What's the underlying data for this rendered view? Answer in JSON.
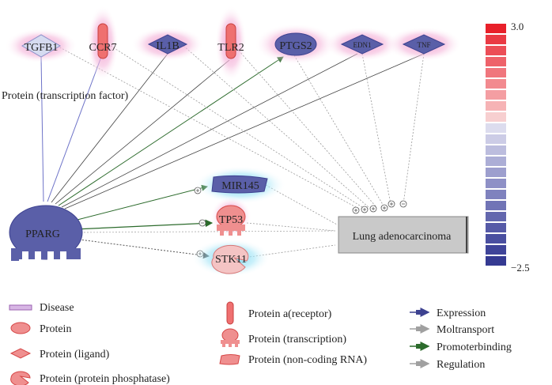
{
  "colors": {
    "hub": "#5a5fa8",
    "hub_dark": "#3d4290",
    "protein_red": "#ef8f8f",
    "protein_red_dark": "#d64747",
    "glow_pink": "#f3b8d8",
    "glow_blue": "#9fe3f5",
    "disease_fill": "#c9c9c9",
    "edge_blue": "#6e73c8",
    "edge_green": "#2c6b2c",
    "edge_grey": "#a0a0a0",
    "edge_dark": "#555555"
  },
  "nodes": {
    "tgfb1": "TGFB1",
    "ccr7": "CCR7",
    "il1b": "IL1B",
    "tlr2": "TLR2",
    "ptgs2": "PTGS2",
    "edn1": "EDN1",
    "tnf": "TNF",
    "pparg": "PPARG",
    "mir145": "MIR145",
    "tp53": "TP53",
    "stk11": "STK11",
    "disease": "Lung adenocarcinoma"
  },
  "annotation": "Protein (transcription factor)",
  "scale": {
    "max_label": "3.0",
    "min_label": "−2.5",
    "colors": [
      "#e8202a",
      "#ea3a44",
      "#ec4e57",
      "#ee626a",
      "#f0767d",
      "#f28a8f",
      "#f49ea2",
      "#f6b3b5",
      "#f7cfd0",
      "#dcdcee",
      "#cccce6",
      "#bcbdde",
      "#acaed6",
      "#9d9fce",
      "#8e90c6",
      "#7f82be",
      "#7174b6",
      "#6367ae",
      "#565aa7",
      "#4a4fa0",
      "#3f4499",
      "#353a92"
    ]
  },
  "legend": {
    "disease": "Disease",
    "protein": "Protein",
    "ligand": "Protein (ligand)",
    "phosphatase": "Protein (protein phosphatase)",
    "receptor": "Protein a(receptor)",
    "transcription": "Protein (transcription)",
    "ncrna": "Protein (non-coding RNA)",
    "expression": "Expression",
    "moltransport": "Moltransport",
    "promoterbinding": "Promoterbinding",
    "regulation": "Regulation"
  }
}
